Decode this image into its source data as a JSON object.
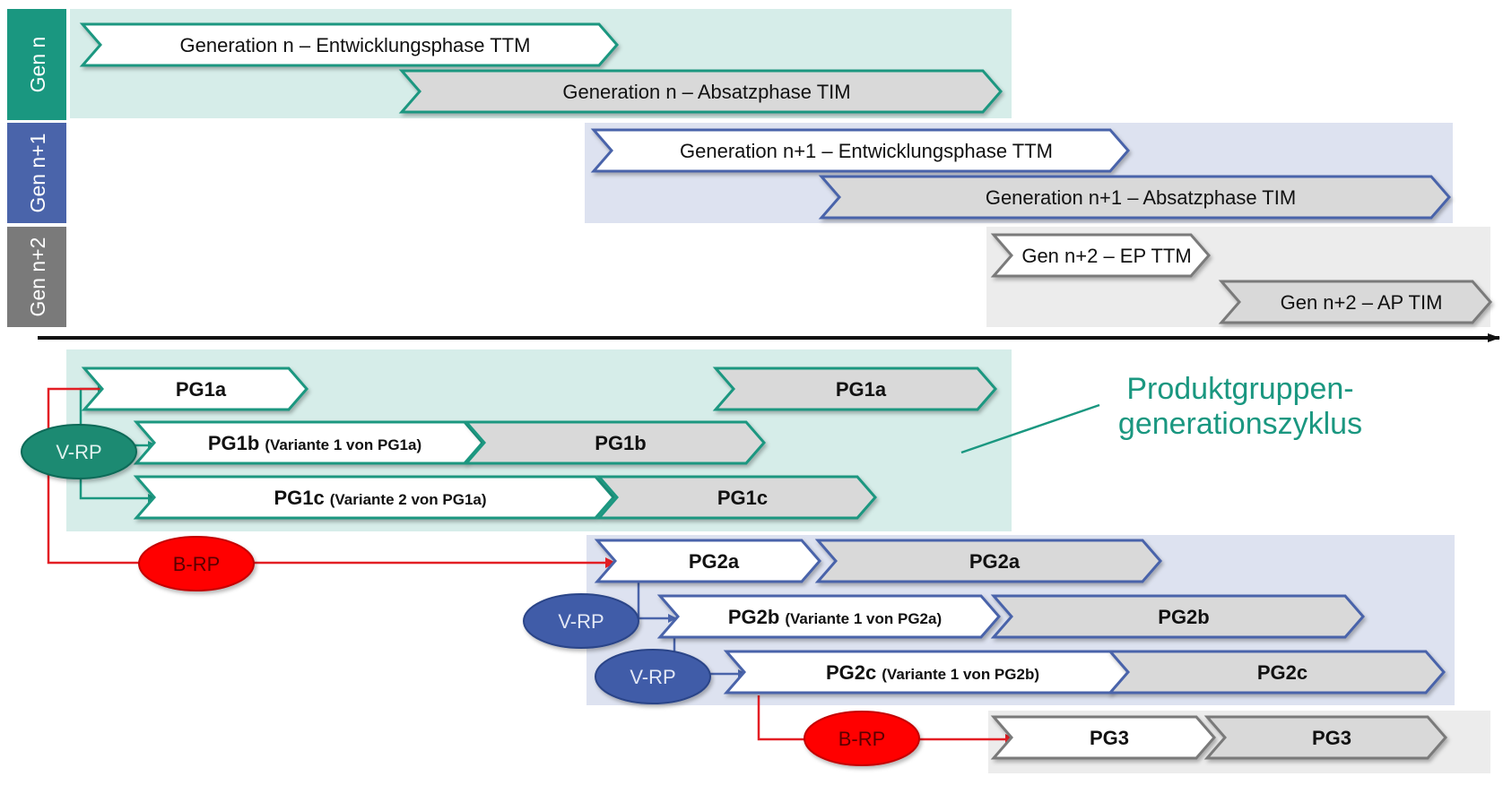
{
  "colors": {
    "teal": "#1a9780",
    "teal_bg": "#d6ede9",
    "blue": "#4a64aa",
    "blue_bg": "#dde2f0",
    "gray": "#7a7a7a",
    "gray_bg": "#ececec",
    "chevron_gray": "#d9d9d9",
    "red": "#e31e24",
    "ttm_fill": "#ffffff"
  },
  "side_labels": {
    "gen_n": "Gen n",
    "gen_n1": "Gen n+1",
    "gen_n2": "Gen n+2"
  },
  "phases": {
    "gen_n_ttm": "Generation n – Entwicklungsphase TTM",
    "gen_n_tim": "Generation n – Absatzphase TIM",
    "gen_n1_ttm": "Generation n+1 – Entwicklungsphase TTM",
    "gen_n1_tim": "Generation n+1 – Absatzphase TIM",
    "gen_n2_ttm": "Gen n+2 – EP TTM",
    "gen_n2_tim": "Gen n+2 – AP TIM"
  },
  "products": {
    "pg1a_dev": "PG1a",
    "pg1a_sales": "PG1a",
    "pg1b_dev": "PG1b",
    "pg1b_dev_note": "(Variante 1 von PG1a)",
    "pg1b_sales": "PG1b",
    "pg1c_dev": "PG1c",
    "pg1c_dev_note": "(Variante 2 von PG1a)",
    "pg1c_sales": "PG1c",
    "pg2a_dev": "PG2a",
    "pg2a_sales": "PG2a",
    "pg2b_dev": "PG2b",
    "pg2b_dev_note": "(Variante 1 von PG2a)",
    "pg2b_sales": "PG2b",
    "pg2c_dev": "PG2c",
    "pg2c_dev_note": "(Variante 1 von PG2b)",
    "pg2c_sales": "PG2c",
    "pg3_dev": "PG3",
    "pg3_sales": "PG3"
  },
  "nodes": {
    "vrp_1": "V-RP",
    "brp_1": "B-RP",
    "vrp_2": "V-RP",
    "vrp_3": "V-RP",
    "brp_2": "B-RP"
  },
  "annotation": {
    "line1": "Produktgruppen-",
    "line2": "generationszyklus"
  }
}
